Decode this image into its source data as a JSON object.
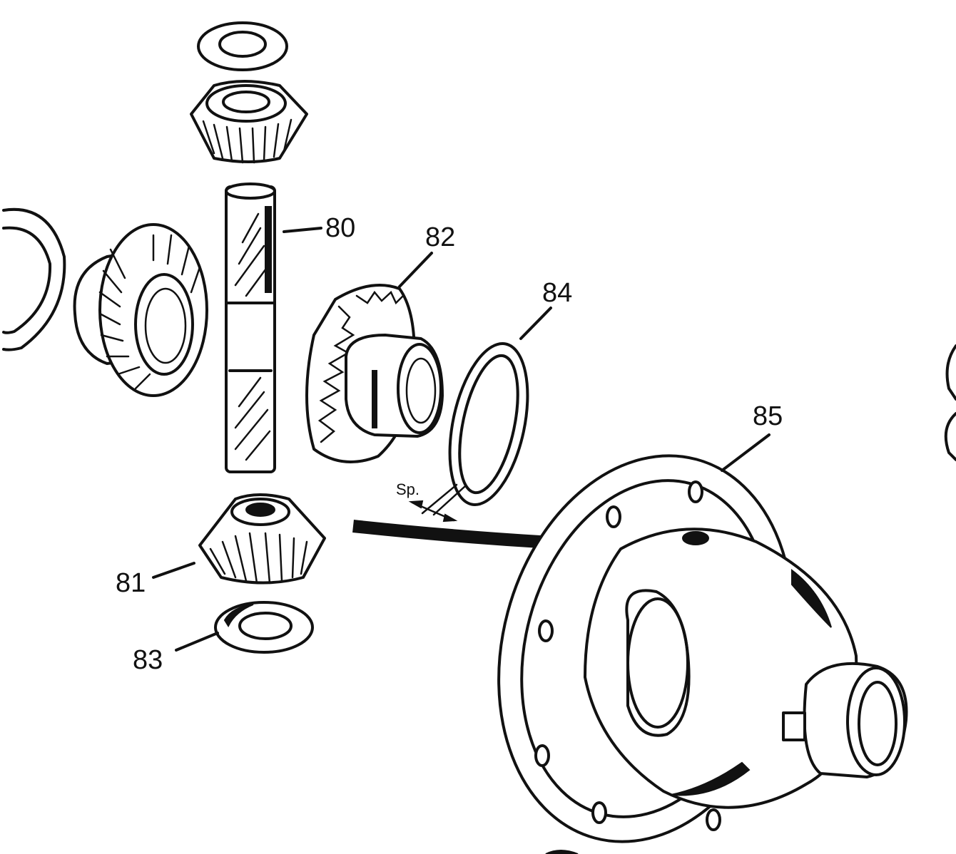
{
  "callouts": {
    "c80": "80",
    "c81": "81",
    "c82": "82",
    "c83": "83",
    "c84": "84",
    "c85": "85",
    "sp": "Sp."
  }
}
